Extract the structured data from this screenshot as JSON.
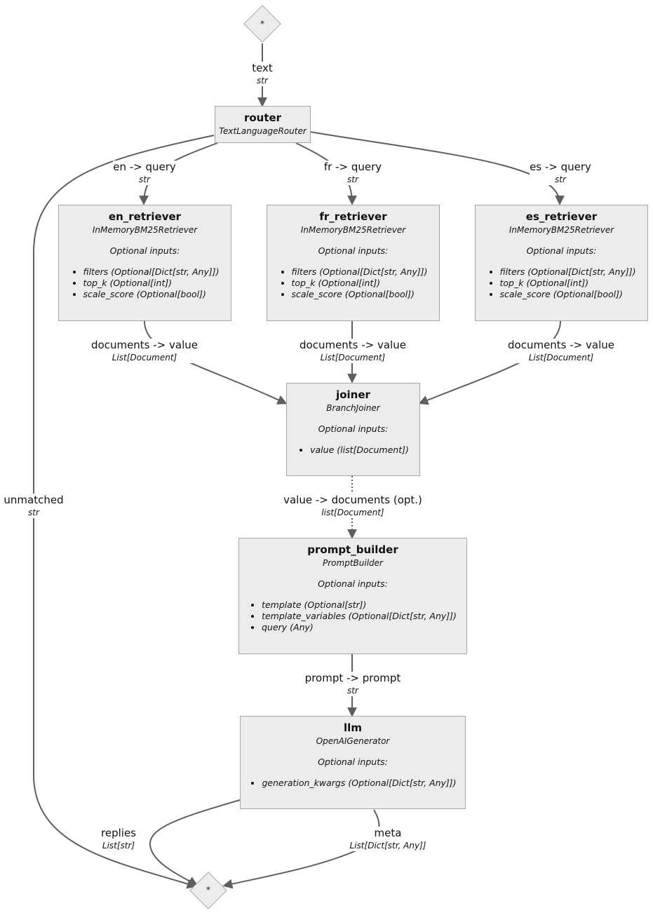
{
  "start_node": {
    "label": "*"
  },
  "end_node": {
    "label": "*"
  },
  "nodes": {
    "router": {
      "title": "router",
      "type": "TextLanguageRouter"
    },
    "en_retriever": {
      "title": "en_retriever",
      "type": "InMemoryBM25Retriever",
      "optional_label": "Optional inputs:",
      "inputs": [
        "filters (Optional[Dict[str, Any]])",
        "top_k (Optional[int])",
        "scale_score (Optional[bool])"
      ]
    },
    "fr_retriever": {
      "title": "fr_retriever",
      "type": "InMemoryBM25Retriever",
      "optional_label": "Optional inputs:",
      "inputs": [
        "filters (Optional[Dict[str, Any]])",
        "top_k (Optional[int])",
        "scale_score (Optional[bool])"
      ]
    },
    "es_retriever": {
      "title": "es_retriever",
      "type": "InMemoryBM25Retriever",
      "optional_label": "Optional inputs:",
      "inputs": [
        "filters (Optional[Dict[str, Any]])",
        "top_k (Optional[int])",
        "scale_score (Optional[bool])"
      ]
    },
    "joiner": {
      "title": "joiner",
      "type": "BranchJoiner",
      "optional_label": "Optional inputs:",
      "inputs": [
        "value (list[Document])"
      ]
    },
    "prompt_builder": {
      "title": "prompt_builder",
      "type": "PromptBuilder",
      "optional_label": "Optional inputs:",
      "inputs": [
        "template (Optional[str])",
        "template_variables (Optional[Dict[str, Any]])",
        "query (Any)"
      ]
    },
    "llm": {
      "title": "llm",
      "type": "OpenAIGenerator",
      "optional_label": "Optional inputs:",
      "inputs": [
        "generation_kwargs (Optional[Dict[str, Any]])"
      ]
    }
  },
  "edges": {
    "text": {
      "name": "text",
      "type": "str"
    },
    "en_query": {
      "name": "en -> query",
      "type": "str"
    },
    "fr_query": {
      "name": "fr -> query",
      "type": "str"
    },
    "es_query": {
      "name": "es -> query",
      "type": "str"
    },
    "en_docs": {
      "name": "documents -> value",
      "type": "List[Document]"
    },
    "fr_docs": {
      "name": "documents -> value",
      "type": "List[Document]"
    },
    "es_docs": {
      "name": "documents -> value",
      "type": "List[Document]"
    },
    "value_docs": {
      "name": "value -> documents (opt.)",
      "type": "list[Document]"
    },
    "prompt": {
      "name": "prompt -> prompt",
      "type": "str"
    },
    "unmatched": {
      "name": "unmatched",
      "type": "str"
    },
    "replies": {
      "name": "replies",
      "type": "List[str]"
    },
    "meta": {
      "name": "meta",
      "type": "List[Dict[str, Any]]"
    }
  },
  "colors": {
    "edge": "#5f5f5f",
    "node_fill": "#ececec",
    "node_border": "#a6a6a6"
  }
}
